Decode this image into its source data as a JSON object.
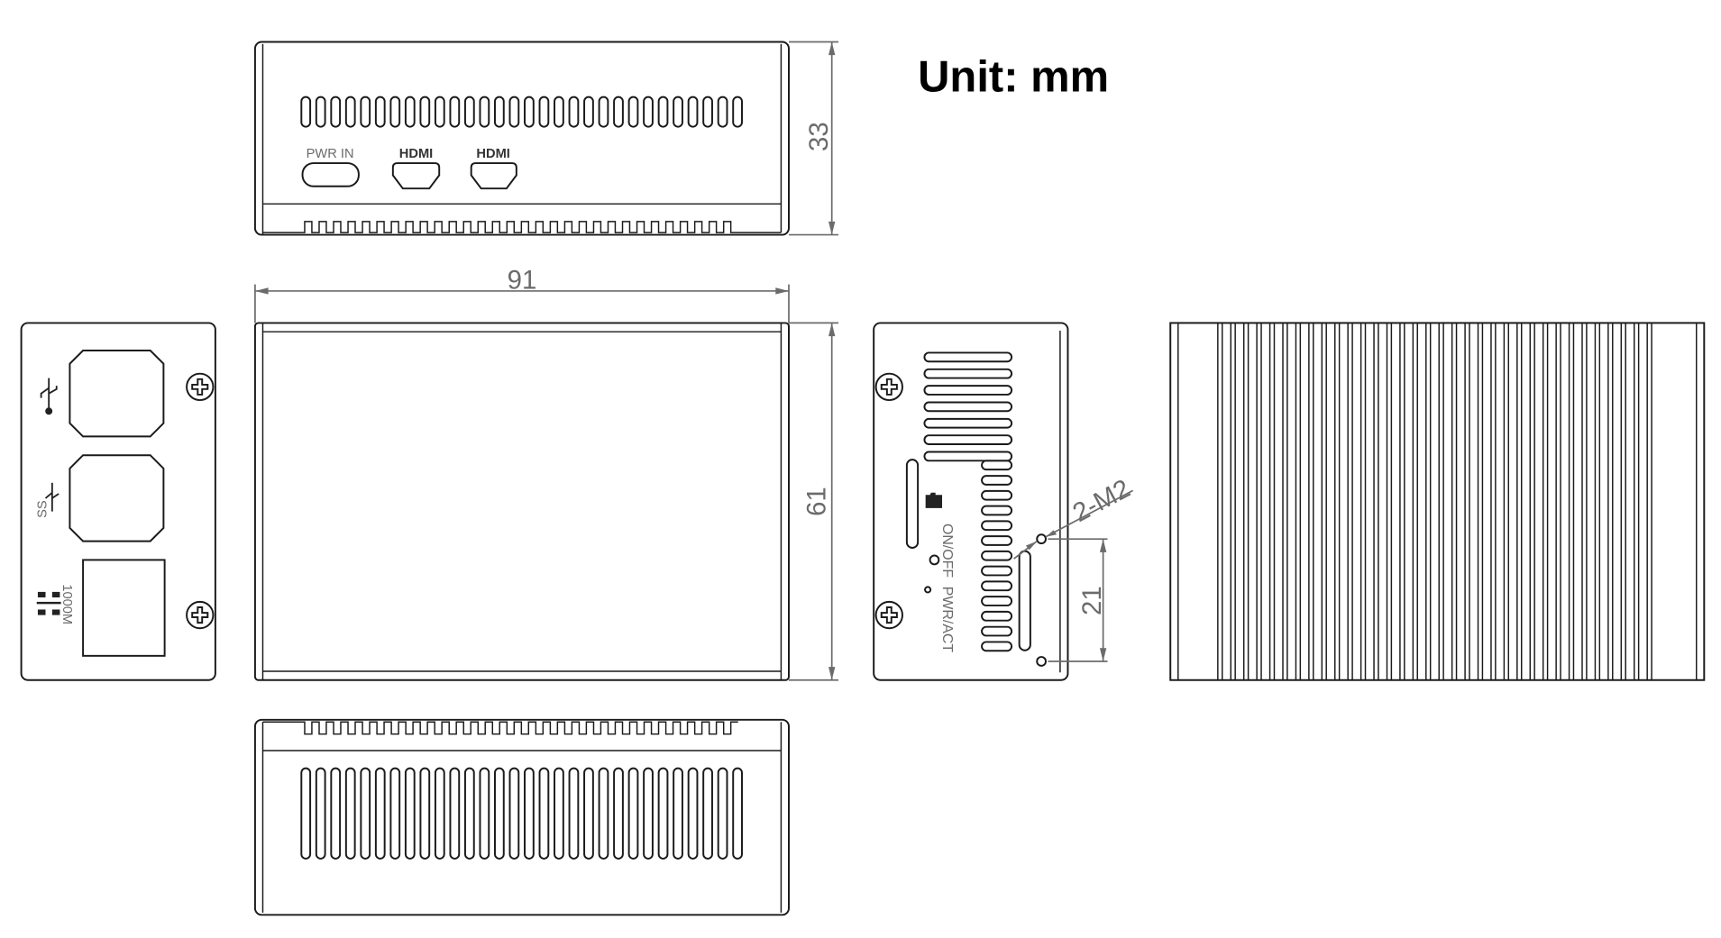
{
  "unit_label": "Unit: mm",
  "front_view": {
    "ports": [
      "PWR IN",
      "HDMI",
      "HDMI"
    ]
  },
  "dimensions": {
    "height": "33",
    "width": "91",
    "depth": "61",
    "hole_spacing": "21",
    "screw_callout": "2-M2"
  },
  "side_panel": {
    "switch_label": "ON/OFF",
    "led_label": "PWR/ACT"
  },
  "io_panel": {
    "lan_label": "1000M",
    "usb3_label": "SS"
  }
}
